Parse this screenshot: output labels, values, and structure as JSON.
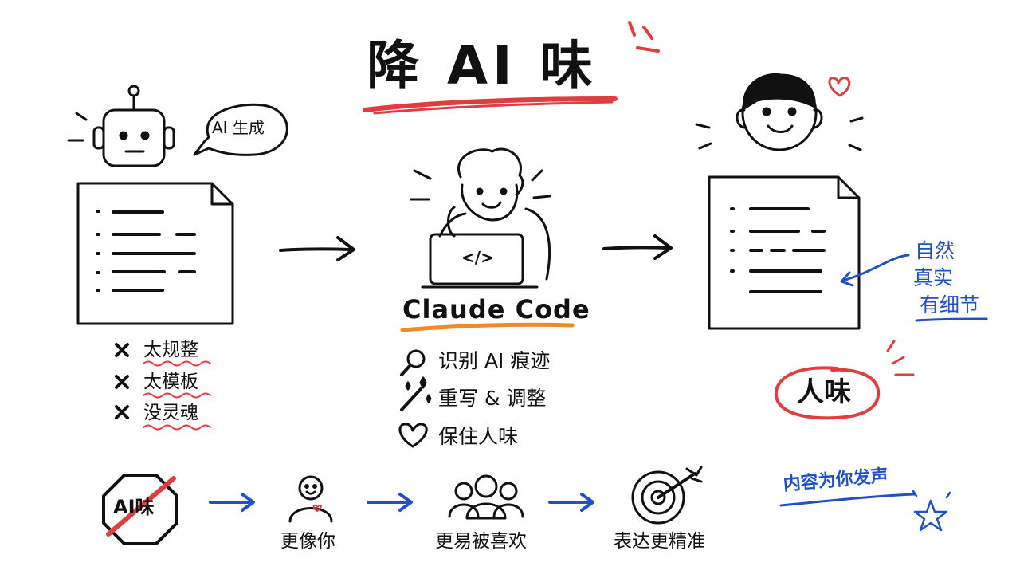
{
  "title": "降 AI 味",
  "speech_bubble": "AI 生成",
  "problems": [
    "太规整",
    "太模板",
    "没灵魂"
  ],
  "tool": {
    "name": "Claude Code",
    "laptop_symbol": "</>",
    "features": [
      "识别 AI 痕迹",
      "重写 & 调整",
      "保住人味"
    ]
  },
  "result_notes": [
    "自然",
    "真实",
    "有细节"
  ],
  "result_label": "人味",
  "stop_sign": "AI味",
  "benefits": [
    "更像你",
    "更易被喜欢",
    "表达更精准"
  ],
  "slogan": "内容为你发声",
  "colors": {
    "accent_red": "#e03e3e",
    "accent_orange": "#f08a24",
    "accent_blue": "#1f4fc9",
    "ink": "#111111"
  }
}
